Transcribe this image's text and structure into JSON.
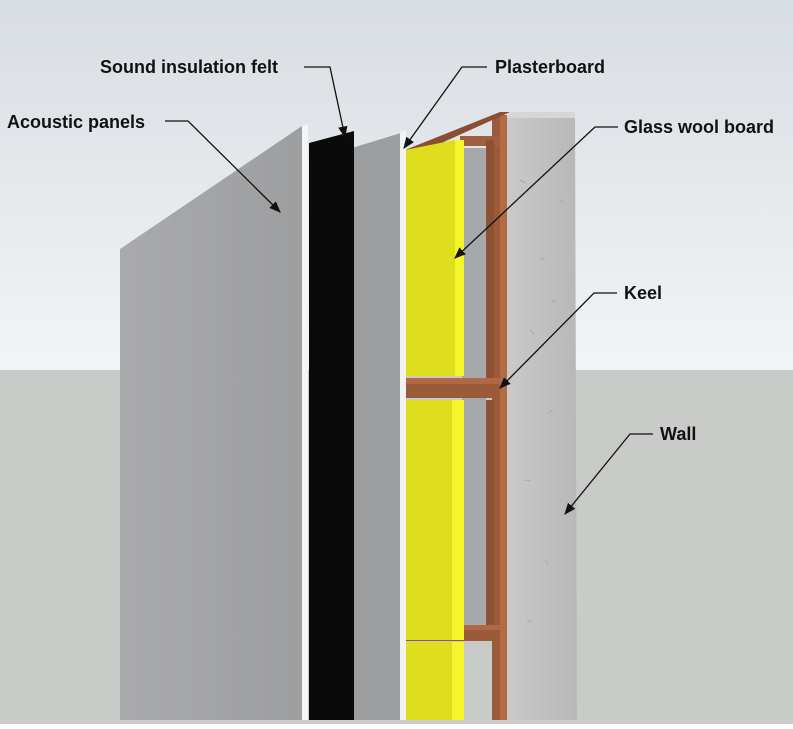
{
  "labels": {
    "sound_insulation_felt": "Sound insulation felt",
    "plasterboard": "Plasterboard",
    "acoustic_panels": "Acoustic panels",
    "glass_wool_board": "Glass wool board",
    "keel": "Keel",
    "wall": "Wall"
  },
  "colors": {
    "sky": "#dfe3e7",
    "ground": "#c9cbc8",
    "acoustic_panel": "#a4a5a7",
    "felt": "#0a0a0a",
    "plasterboard": "#9c9d9f",
    "glass_wool": "#dedd1e",
    "glass_wool_edge": "#f4f52a",
    "keel": "#9b5a3a",
    "wall": "#c3c4c4"
  }
}
